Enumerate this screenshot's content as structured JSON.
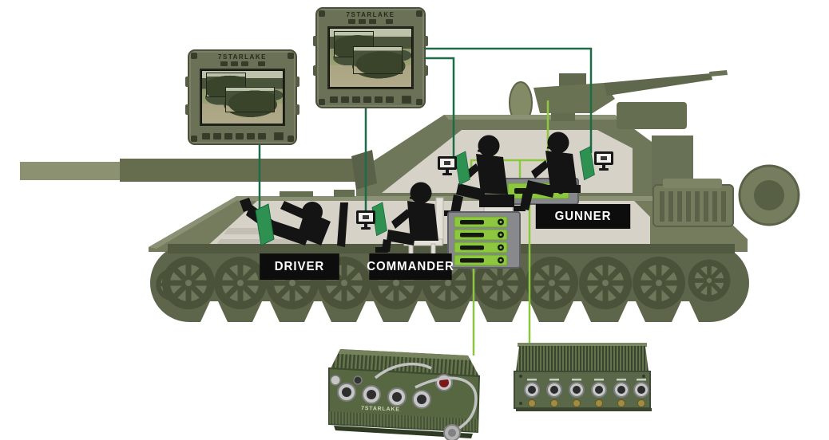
{
  "brand": "7STARLAKE",
  "crew_labels": {
    "driver": "DRIVER",
    "commander": "COMMANDER",
    "gunner": "GUNNER"
  },
  "colors": {
    "signal_line_dark_green": "#1e6b47",
    "signal_line_light_green": "#8dc63f",
    "equipment_panel_green": "#8dc63f",
    "terminal_panel_green": "#2e9152",
    "tank_olive": "#747c5d",
    "label_background": "#0d0d0d",
    "label_text": "#ffffff"
  }
}
